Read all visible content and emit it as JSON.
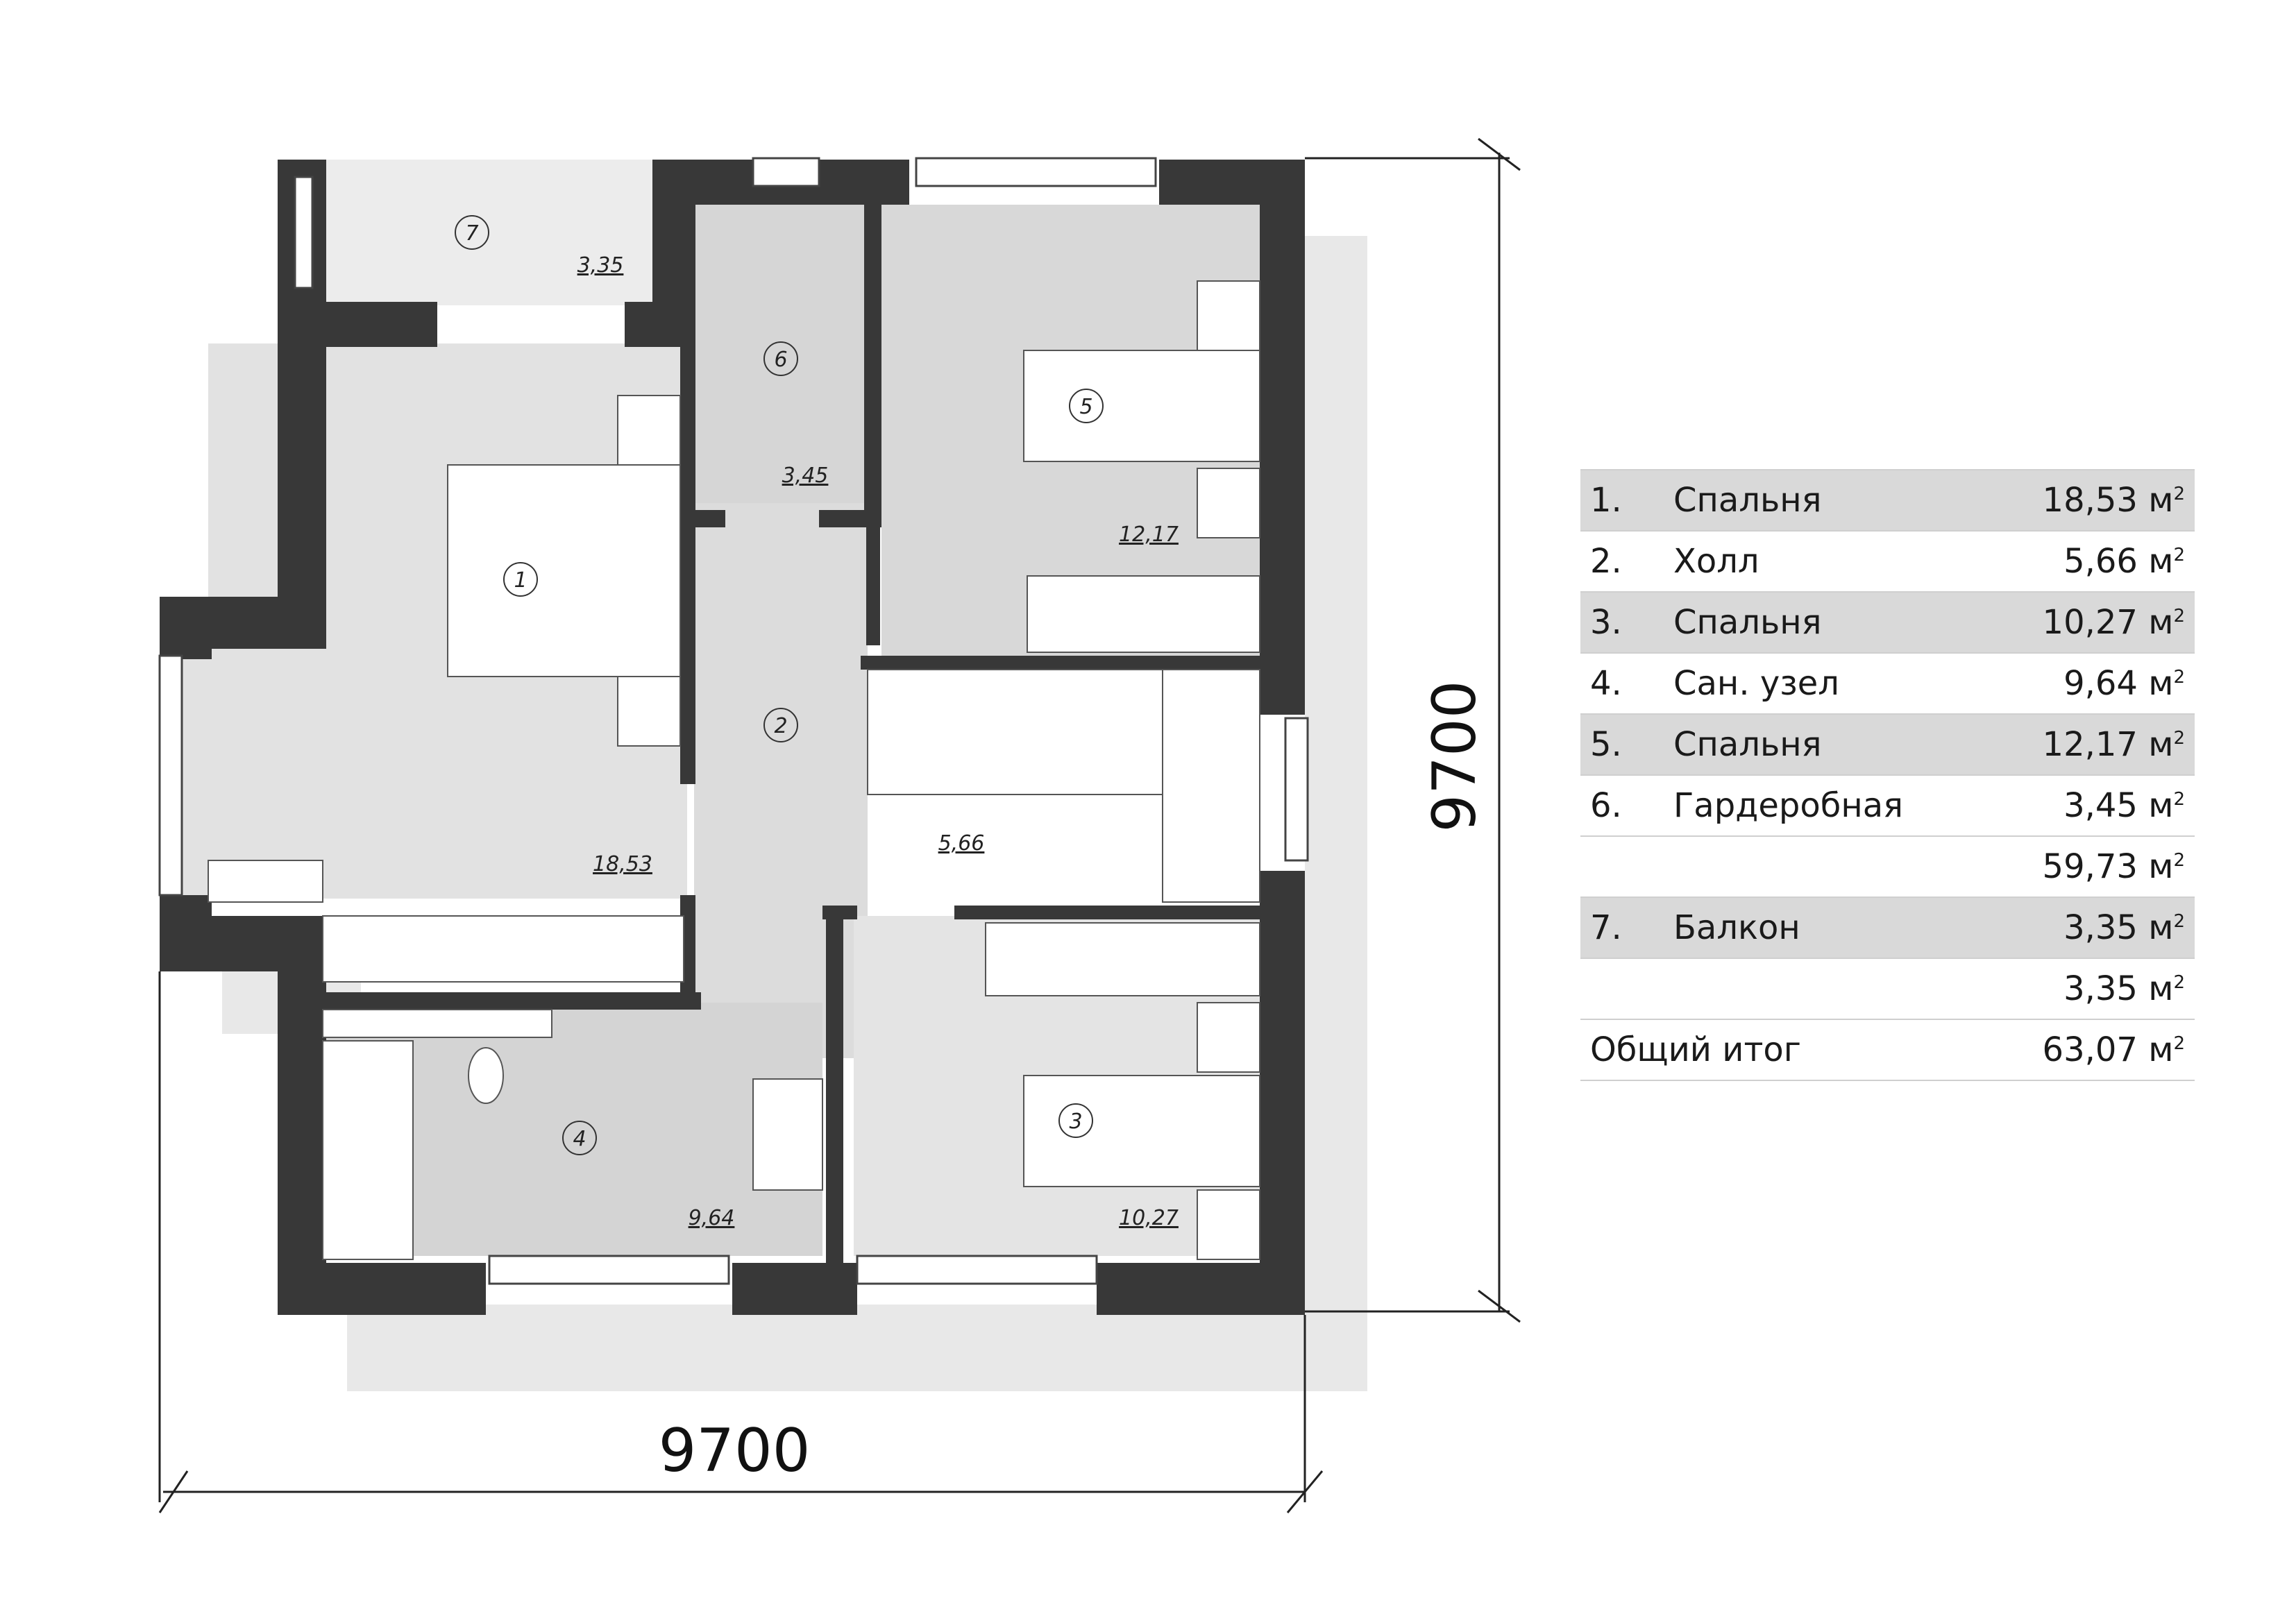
{
  "dimensions": {
    "horizontal": "9700",
    "vertical": "9700"
  },
  "rooms": [
    {
      "num": "1",
      "area": "18,53"
    },
    {
      "num": "2",
      "area": "5,66"
    },
    {
      "num": "3",
      "area": "10,27"
    },
    {
      "num": "4",
      "area": "9,64"
    },
    {
      "num": "5",
      "area": "12,17"
    },
    {
      "num": "6",
      "area": "3,45"
    },
    {
      "num": "7",
      "area": "3,35"
    }
  ],
  "legend": {
    "unit": "м",
    "unit_power": "2",
    "rows": [
      {
        "num": "1.",
        "name": "Спальня",
        "area": "18,53"
      },
      {
        "num": "2.",
        "name": "Холл",
        "area": "5,66"
      },
      {
        "num": "3.",
        "name": "Спальня",
        "area": "10,27"
      },
      {
        "num": "4.",
        "name": "Сан. узел",
        "area": "9,64"
      },
      {
        "num": "5.",
        "name": "Спальня",
        "area": "12,17"
      },
      {
        "num": "6.",
        "name": "Гардеробная",
        "area": "3,45"
      }
    ],
    "subtotal_1": "59,73",
    "balcony": {
      "num": "7.",
      "name": "Балкон",
      "area": "3,35"
    },
    "subtotal_2": "3,35",
    "total_label": "Общий итог",
    "total": "63,07"
  },
  "colors": {
    "wall": "#383838",
    "shadow": "#e6e6e6",
    "floor_light": "#e3e3e3",
    "floor_dark": "#cfcfcf"
  }
}
